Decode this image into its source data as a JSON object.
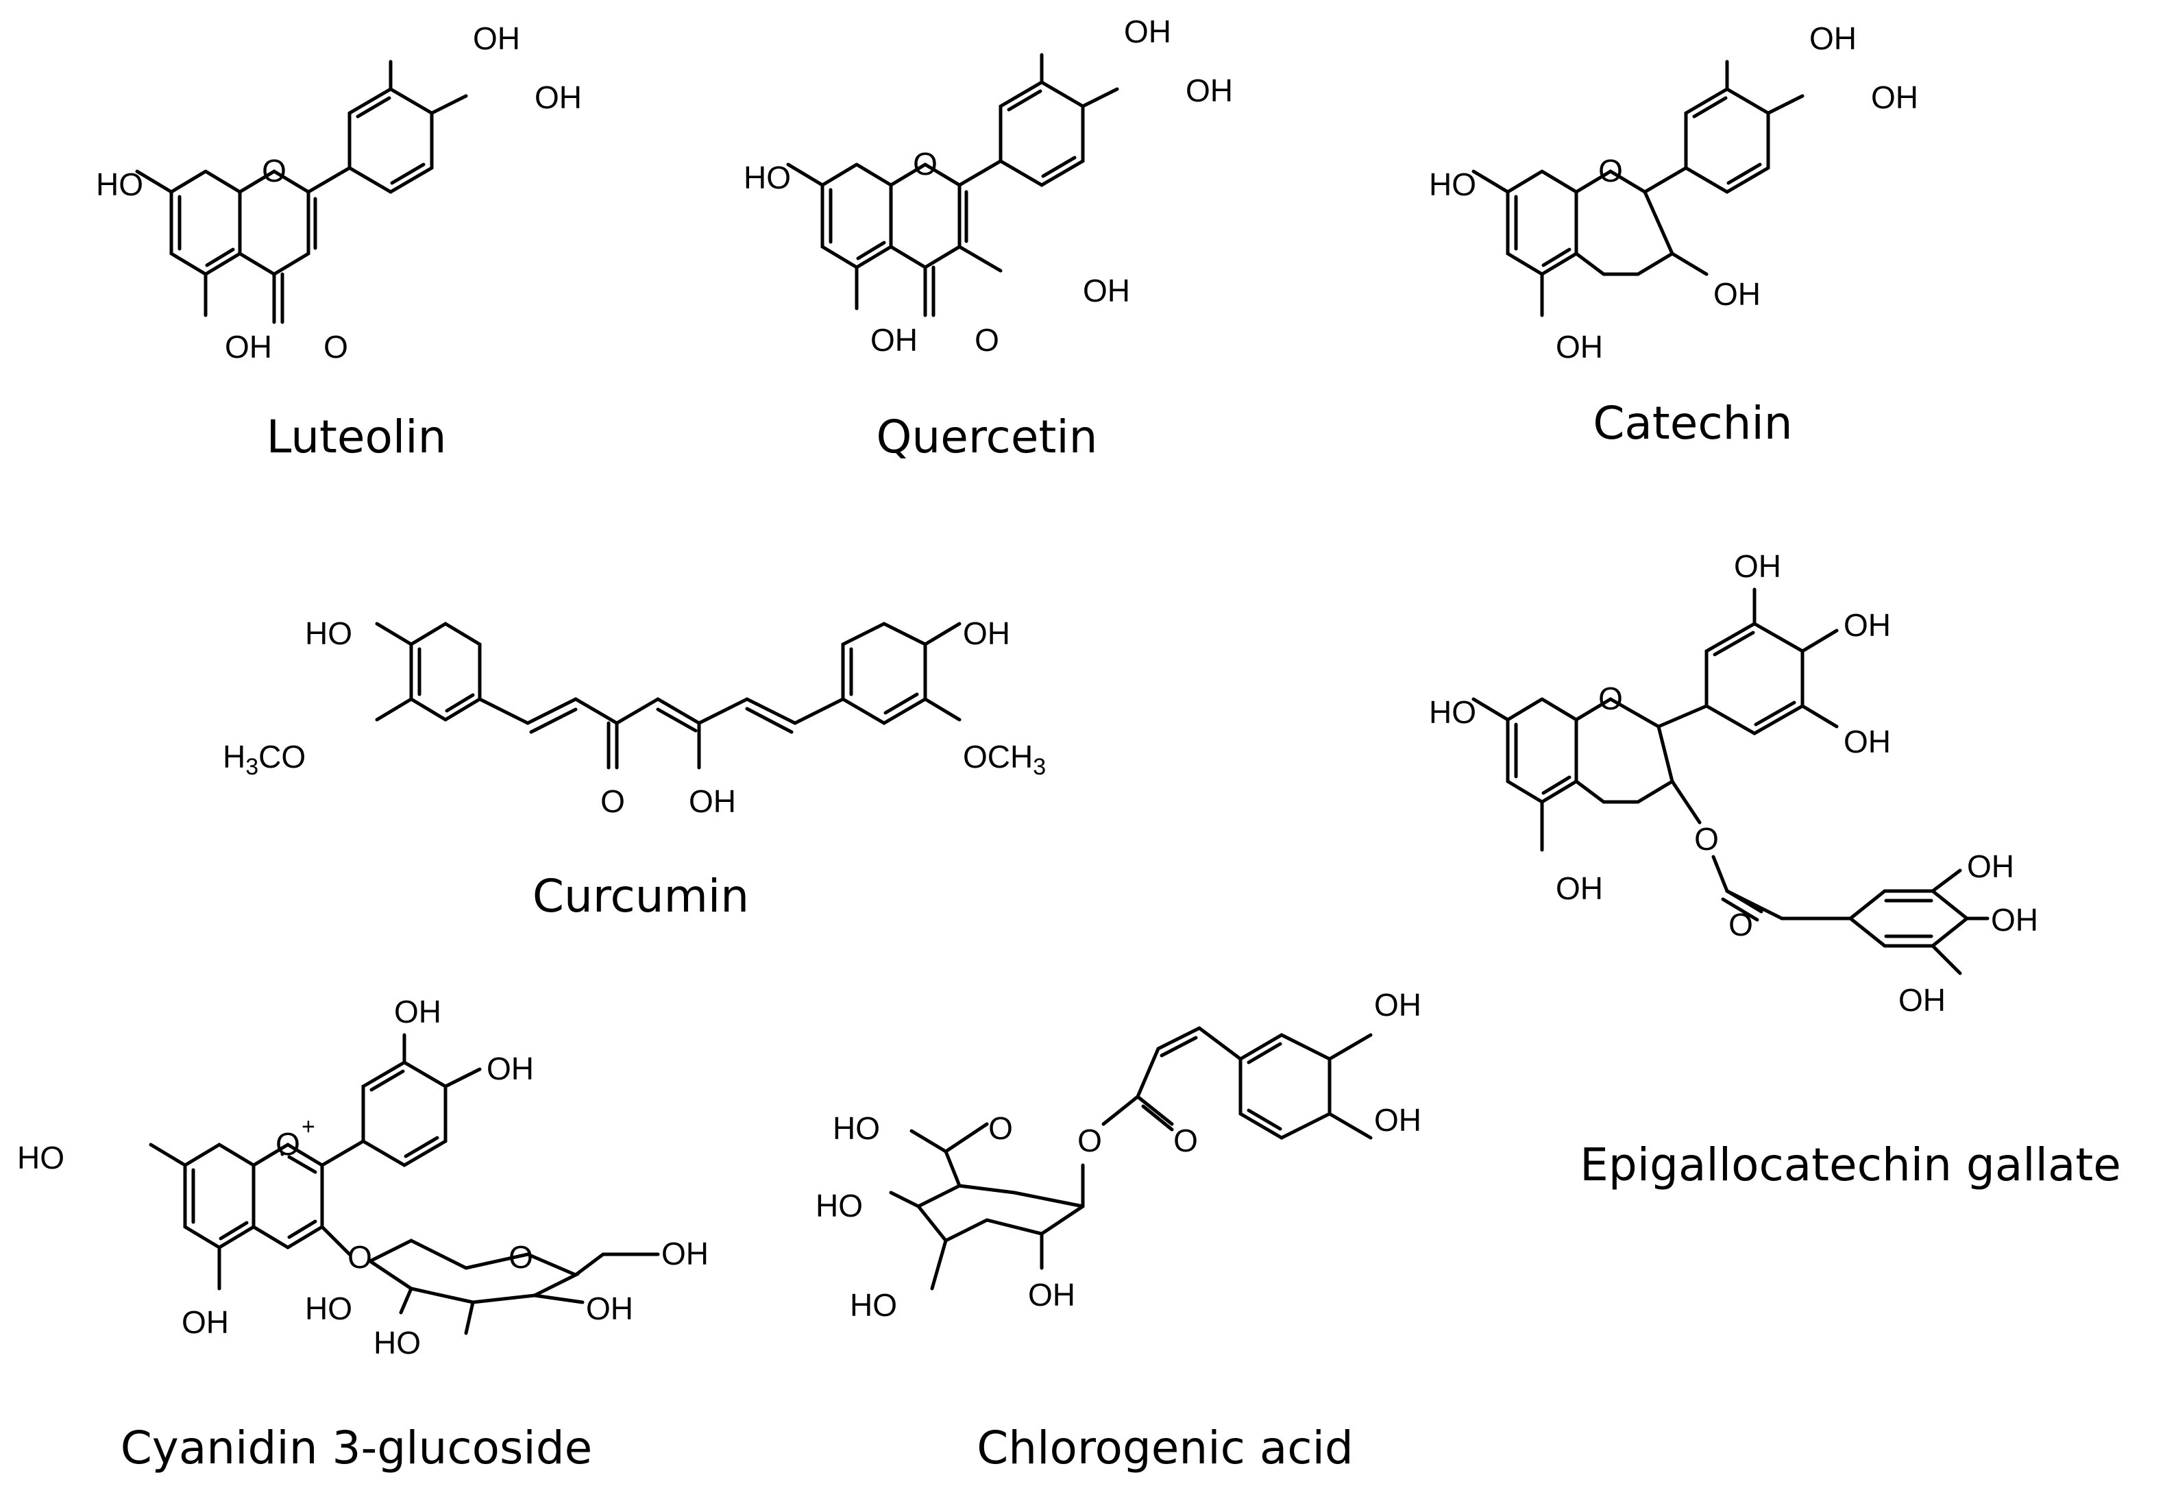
{
  "compounds": [
    {
      "id": "luteolin",
      "name": "Luteolin"
    },
    {
      "id": "quercetin",
      "name": "Quercetin"
    },
    {
      "id": "catechin",
      "name": "Catechin"
    },
    {
      "id": "curcumin",
      "name": "Curcumin"
    },
    {
      "id": "egcg",
      "name": "Epigallocatechin gallate"
    },
    {
      "id": "cyanidin",
      "name": "Cyanidin 3-glucoside"
    },
    {
      "id": "chlorogenic",
      "name": "Chlorogenic acid"
    }
  ],
  "atom_labels": {
    "oh": "OH",
    "ho": "HO",
    "o": "O",
    "h3co_prefix": "H",
    "h3co_sub": "3",
    "h3co_suffix": "CO",
    "och3_prefix": "OCH",
    "och3_sub": "3",
    "plus": "+"
  }
}
